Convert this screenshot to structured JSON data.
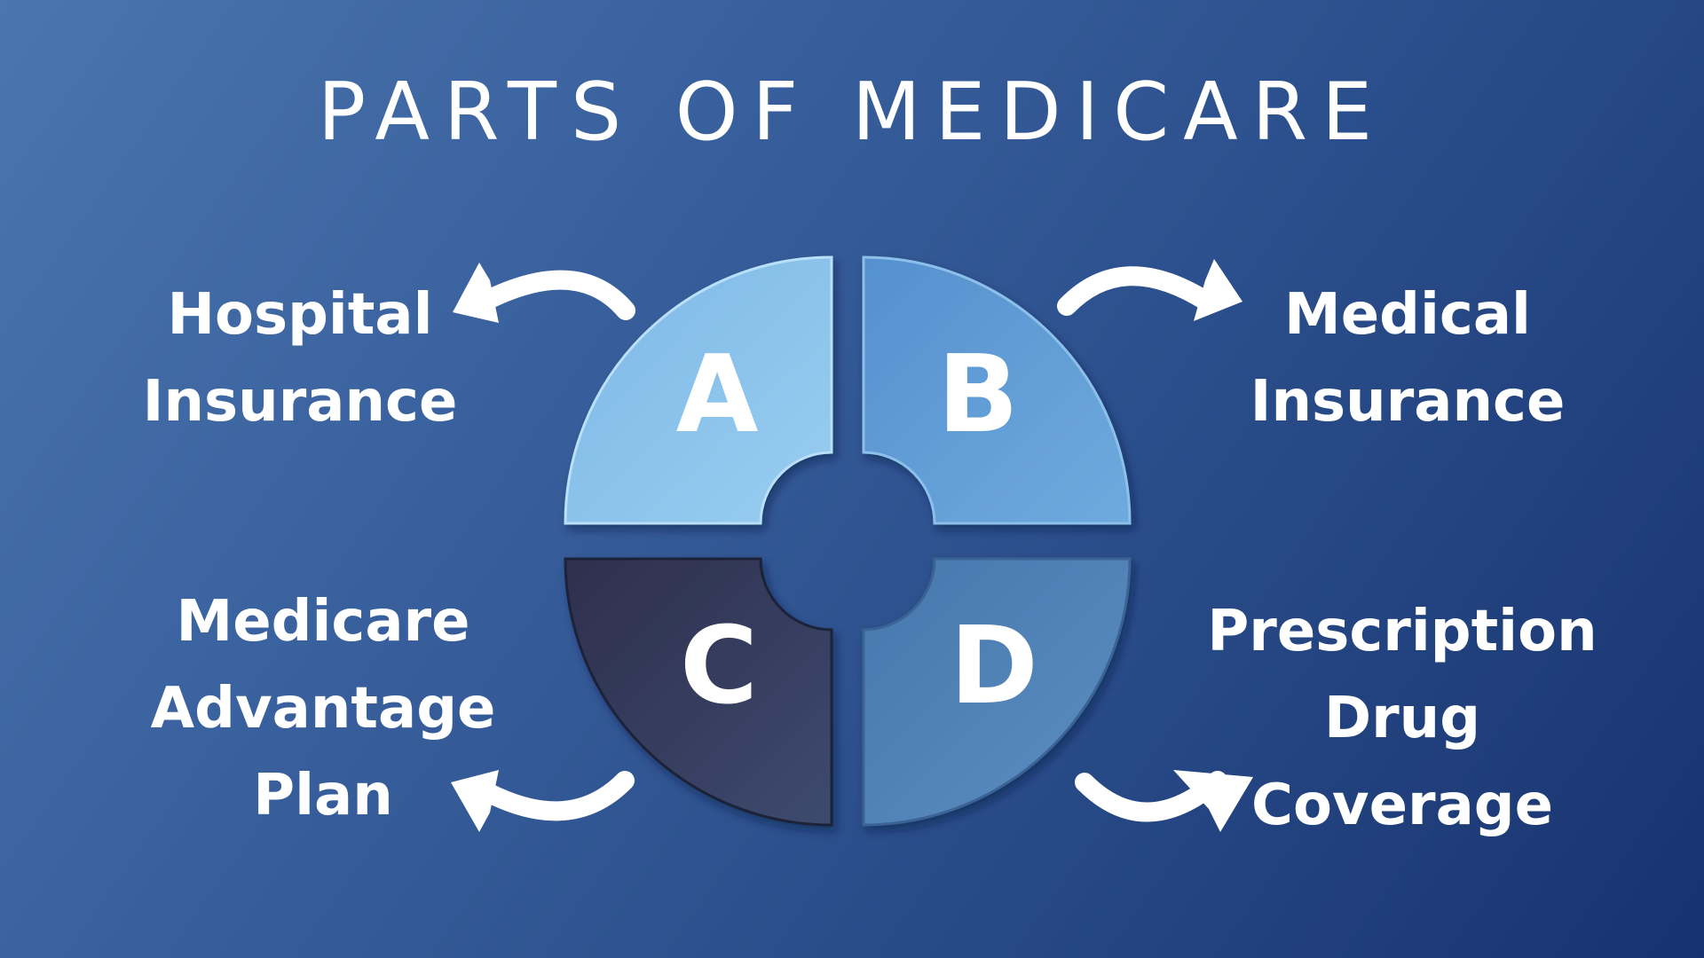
{
  "title": "PARTS OF MEDICARE",
  "colors": {
    "part_a": "#86c2ec",
    "part_b": "#5e9bd6",
    "part_c": "#363a5c",
    "part_d": "#4f7fb3",
    "text": "#ffffff"
  },
  "parts": [
    {
      "letter": "A",
      "label_lines": [
        "Hospital",
        "Insurance"
      ]
    },
    {
      "letter": "B",
      "label_lines": [
        "Medical",
        "Insurance"
      ]
    },
    {
      "letter": "C",
      "label_lines": [
        "Medicare",
        "Advantage",
        "Plan"
      ]
    },
    {
      "letter": "D",
      "label_lines": [
        "Prescription",
        "Drug",
        "Coverage"
      ]
    }
  ]
}
